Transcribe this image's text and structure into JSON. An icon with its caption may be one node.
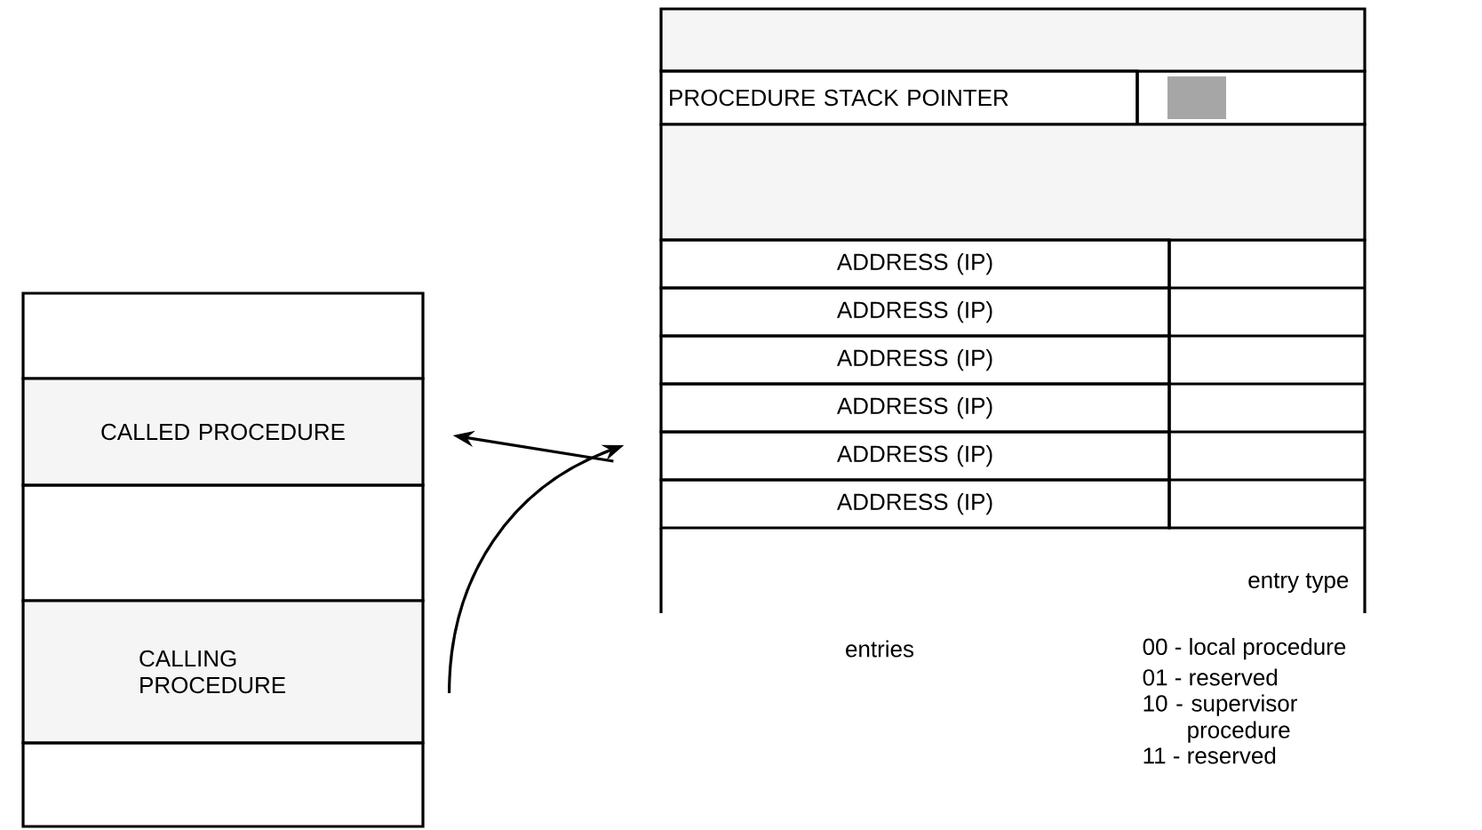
{
  "diagram": {
    "nodes": [
      {
        "text": [],
        "shape": "box"
      },
      {
        "text": [
          "CALLED PROCEDURE"
        ]
      },
      {
        "text": [],
        "shape": "box"
      },
      {
        "text": [
          "CALLING PROCEDURE"
        ]
      },
      {
        "text": [],
        "shape": "box"
      },
      {
        "text": [],
        "shape": "box"
      },
      {
        "text": [
          "PROCEDURE STACK POINTER"
        ]
      },
      {
        "text": [],
        "shape": "box"
      },
      {
        "text": [
          "ADDRESS (IP)"
        ]
      },
      {
        "text": [
          "ADDRESS (IP)"
        ]
      },
      {
        "text": [
          "ADDRESS (IP)"
        ]
      },
      {
        "text": [
          "ADDRESS (IP)"
        ]
      },
      {
        "text": [
          "ADDRESS (IP)"
        ]
      },
      {
        "text": [
          "ADDRESS (IP)"
        ]
      }
    ],
    "edges": [
      {
        "from": 3,
        "to": 12,
        "arrow": "to"
      },
      {
        "from": 12,
        "to": 1,
        "arrow": "to"
      }
    ],
    "labels": [
      "entry type",
      "entries",
      "00 - local procedure",
      "01 - reserved",
      "10 - supervisor procedure",
      "11 - reserved"
    ]
  }
}
